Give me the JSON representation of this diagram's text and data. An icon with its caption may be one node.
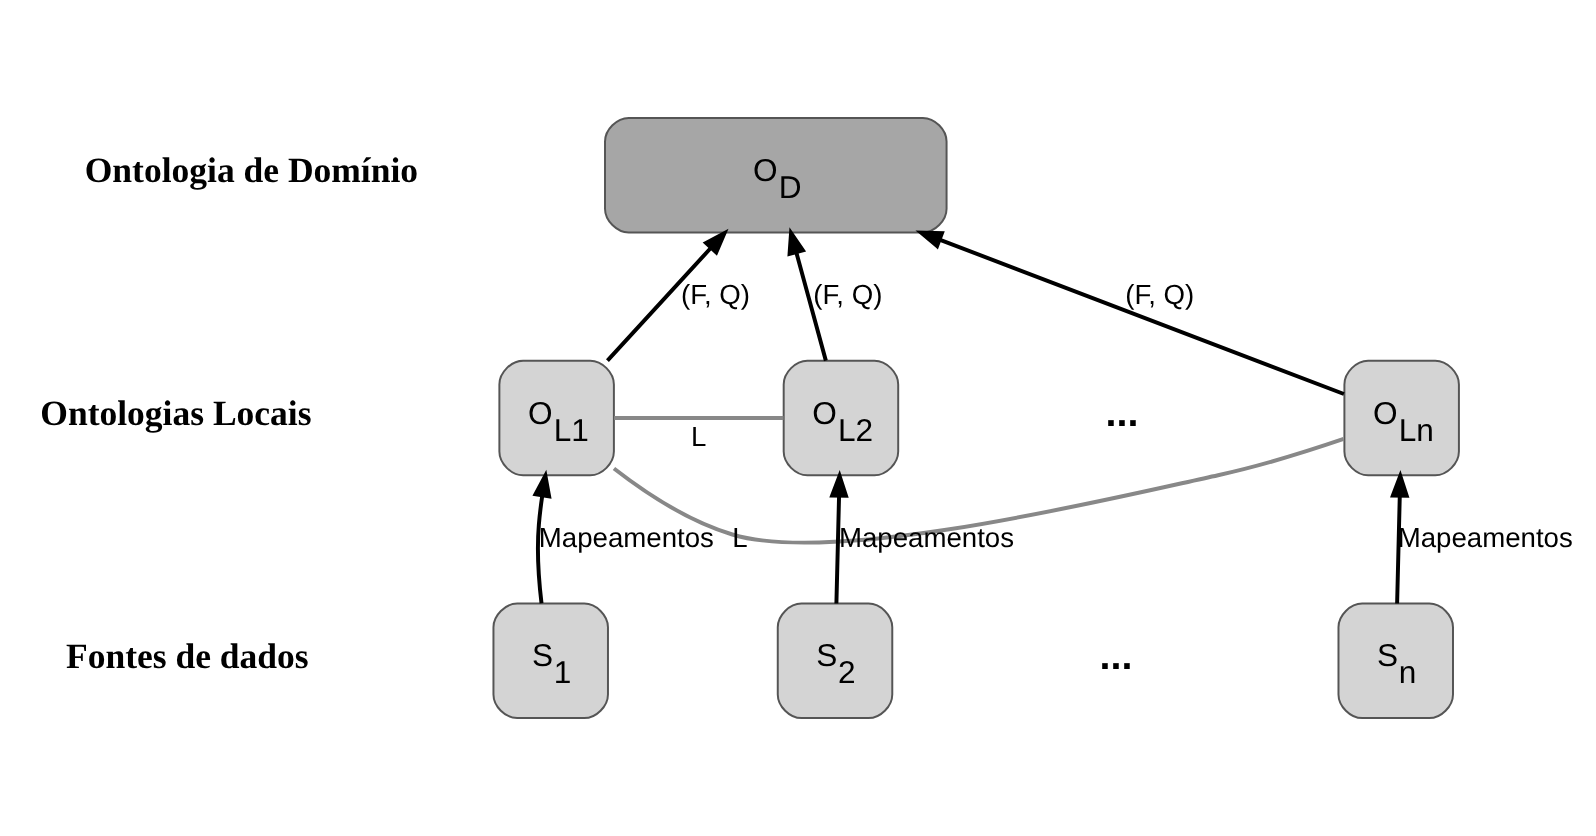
{
  "diagram": {
    "nodes": [
      {
        "text": [
          "O$_{D}$"
        ]
      },
      {
        "text": [
          "O$_{L1}$"
        ]
      },
      {
        "text": [
          "O$_{L2}$"
        ]
      },
      {
        "text": [
          "O$_{Ln}$"
        ]
      },
      {
        "text": [
          "S$_{1}$"
        ]
      },
      {
        "text": [
          "S$_{2}$"
        ]
      },
      {
        "text": [
          "S$_{n}$"
        ]
      }
    ],
    "edges": [
      {
        "from": 1,
        "to": 0,
        "arrow": "to",
        "label": "(F, Q)"
      },
      {
        "from": 2,
        "to": 0,
        "arrow": "to",
        "label": "(F, Q)"
      },
      {
        "from": 3,
        "to": 0,
        "arrow": "to",
        "label": "(F, Q)"
      },
      {
        "from": 1,
        "to": 3,
        "arrow": "none",
        "label": "L",
        "color": "#888888"
      },
      {
        "from": 1,
        "to": 2,
        "arrow": "none",
        "label": "L",
        "color": "#888888"
      },
      {
        "from": 4,
        "to": 1,
        "arrow": "to",
        "label": "Mapeamentos"
      },
      {
        "from": 5,
        "to": 2,
        "arrow": "to",
        "label": "Mapeamentos"
      },
      {
        "from": 6,
        "to": 3,
        "arrow": "to",
        "label": "Mapeamentos"
      }
    ],
    "labels": [
      "Ontologia de Domínio",
      "Ontologias Locais",
      "Fontes de dados",
      "...",
      "..."
    ]
  }
}
